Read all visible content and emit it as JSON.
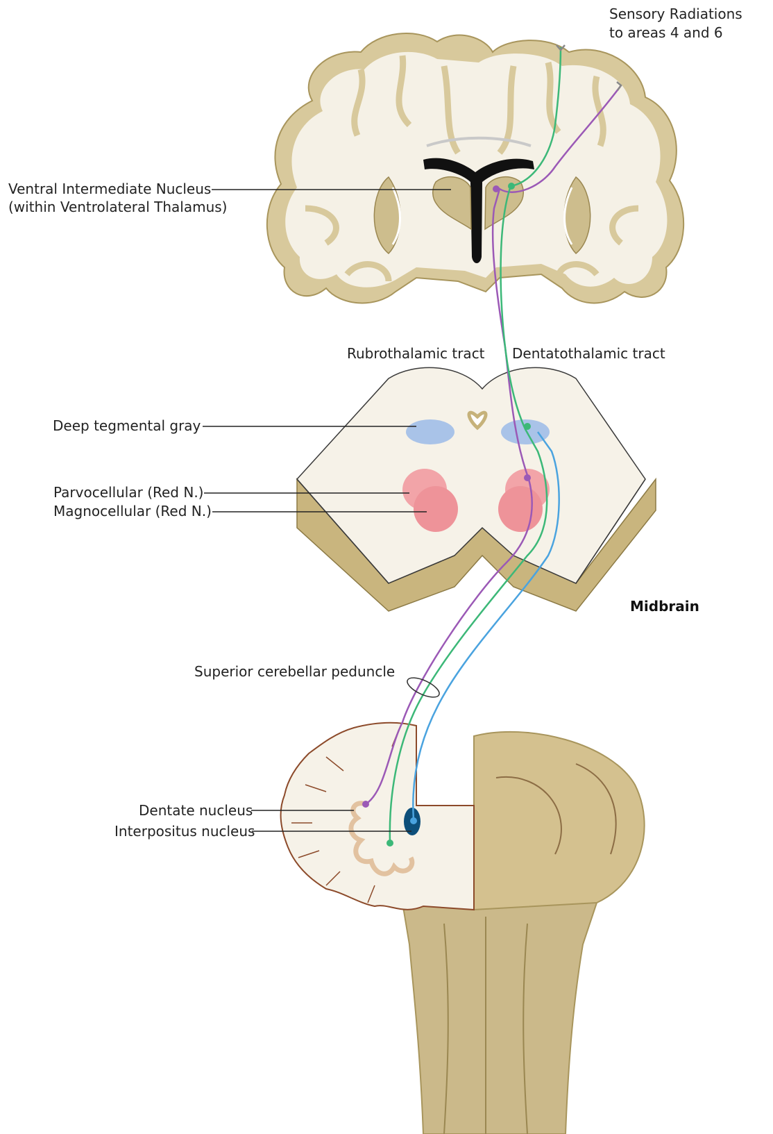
{
  "labels": {
    "sensory_radiations_line1": "Sensory Radiations",
    "sensory_radiations_line2": "to areas 4 and 6",
    "vim_line1": "Ventral Intermediate Nucleus",
    "vim_line2": "(within Ventrolateral Thalamus)",
    "rubrothalamic": "Rubrothalamic tract",
    "dentatothalamic": "Dentatothalamic tract",
    "deep_tegmental": "Deep tegmental gray",
    "parvocellular": "Parvocellular (Red N.)",
    "magnocellular": "Magnocellular (Red N.)",
    "midbrain": "Midbrain",
    "superior_peduncle": "Superior cerebellar peduncle",
    "dentate": "Dentate nucleus",
    "interpositus": "Interpositus nucleus"
  },
  "colors": {
    "pathway_purple": "#9b59b6",
    "pathway_green": "#3cb878",
    "pathway_blue": "#4aa3df",
    "red_nucleus": "#f2a4a8",
    "deep_gray": "#a9c3e8",
    "interpositus": "#0d4f7a"
  }
}
